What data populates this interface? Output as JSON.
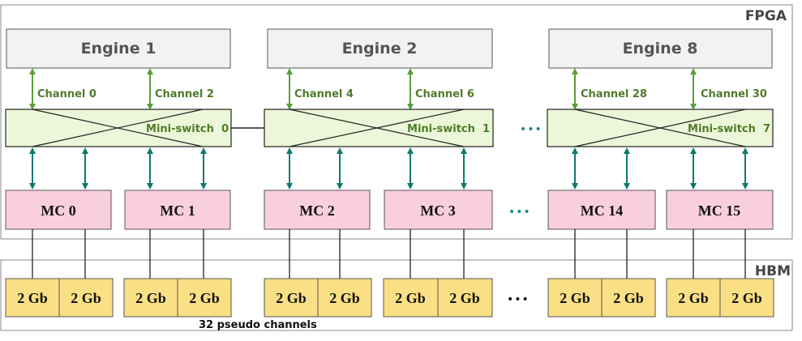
{
  "regions": {
    "fpga": {
      "label": "FPGA"
    },
    "hbm": {
      "label": "HBM"
    }
  },
  "engines": [
    {
      "label": "Engine 1",
      "channels": [
        "Channel 0",
        "Channel 2"
      ]
    },
    {
      "label": "Engine 2",
      "channels": [
        "Channel 4",
        "Channel 6"
      ]
    },
    {
      "label": "Engine 8",
      "channels": [
        "Channel 28",
        "Channel 30"
      ]
    }
  ],
  "switches": [
    "Mini-switch  0",
    "Mini-switch  1",
    "Mini-switch  7"
  ],
  "memory_controllers": [
    "MC 0",
    "MC 1",
    "MC 2",
    "MC 3",
    "MC 14",
    "MC 15"
  ],
  "hbm_cell_label": "2 Gb",
  "pseudo_channels_label": "32 pseudo channels",
  "ellipsis": "•••",
  "colors": {
    "engine_fill": "#f2f2f2",
    "switch_fill": "#ebf7d8",
    "mc_fill": "#f9cfe0",
    "hbm_fill": "#fadf85",
    "arrow_green": "#5a9e3a",
    "arrow_teal": "#0d7a6e",
    "channel_text": "#4e7c2a",
    "dots_teal": "#1a8a80"
  }
}
